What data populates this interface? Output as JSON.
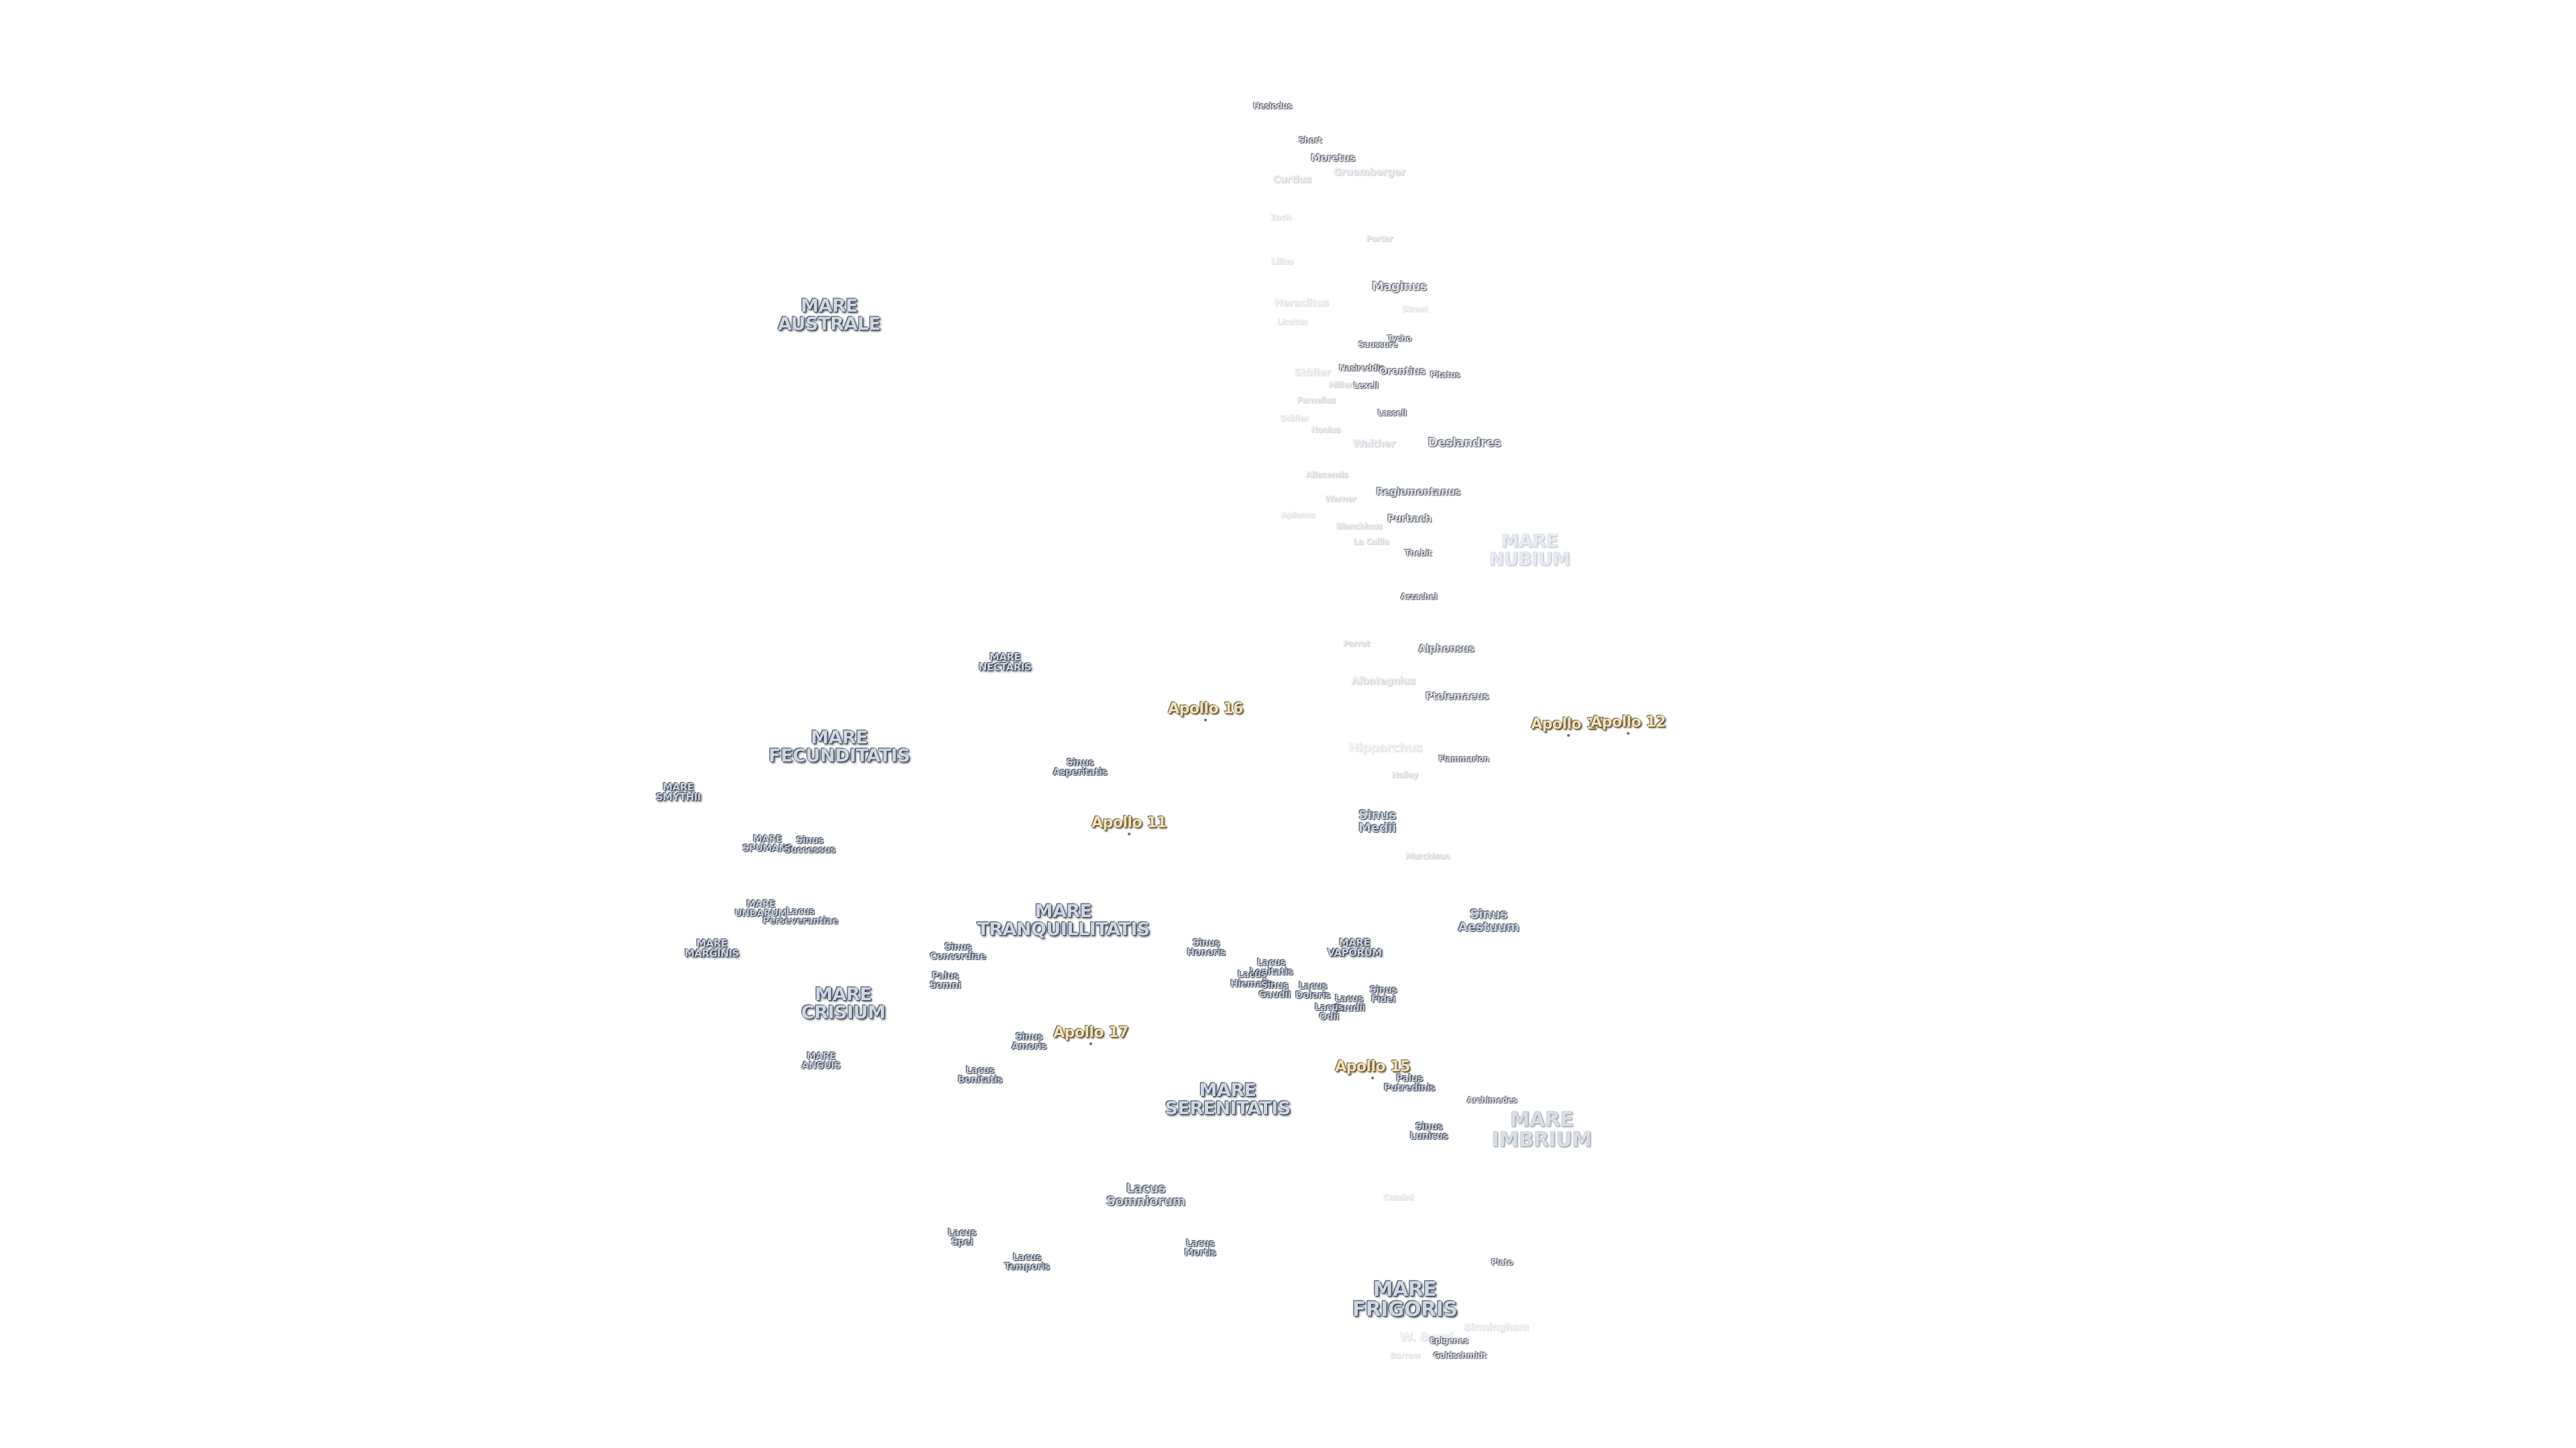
{
  "maria": [
    {
      "id": "mare-australe",
      "text": "MARE\nAUSTRALE",
      "style": "mare"
    },
    {
      "id": "mare-nubium",
      "text": "MARE\nNUBIUM",
      "style": "mare faint"
    },
    {
      "id": "mare-nectaris",
      "text": "MARE\nNECTARIS",
      "style": "mare small"
    },
    {
      "id": "mare-fecunditatis",
      "text": "MARE\nFECUNDITATIS",
      "style": "mare"
    },
    {
      "id": "mare-smythii",
      "text": "MARE\nSMYTHII",
      "style": "mare small"
    },
    {
      "id": "mare-spumans",
      "text": "MARE\nSPUMANS",
      "style": "sinus"
    },
    {
      "id": "mare-undarum",
      "text": "MARE\nUNDARUM",
      "style": "sinus"
    },
    {
      "id": "mare-marginis",
      "text": "MARE\nMARGINIS",
      "style": "mare small"
    },
    {
      "id": "mare-tranquillitatis",
      "text": "MARE\nTRANQUILLITATIS",
      "style": "mare"
    },
    {
      "id": "mare-crisium",
      "text": "MARE\nCRISIUM",
      "style": "mare"
    },
    {
      "id": "mare-anguis",
      "text": "MARE\nANGUIS",
      "style": "sinus"
    },
    {
      "id": "mare-vaporum",
      "text": "MARE\nVAPORUM",
      "style": "mare small"
    },
    {
      "id": "mare-serenitatis",
      "text": "MARE\nSERENITATIS",
      "style": "mare"
    },
    {
      "id": "mare-imbrium",
      "text": "MARE\nIMBRIUM",
      "style": "mare big mid"
    },
    {
      "id": "mare-frigoris",
      "text": "MARE\nFRIGORIS",
      "style": "mare big"
    }
  ],
  "features": [
    {
      "id": "sinus-asperitatis",
      "text": "Sinus\nAsperitatis",
      "style": "sinus"
    },
    {
      "id": "sinus-successus",
      "text": "Sinus\nSuccessus",
      "style": "sinus"
    },
    {
      "id": "lacus-perseverantiae",
      "text": "Lacus\nPerseverantiae",
      "style": "sinus"
    },
    {
      "id": "sinus-concordiae",
      "text": "Sinus\nConcordiae",
      "style": "sinus"
    },
    {
      "id": "palus-somni",
      "text": "Palus\nSomni",
      "style": "sinus"
    },
    {
      "id": "sinus-amoris",
      "text": "Sinus\nAmoris",
      "style": "sinus"
    },
    {
      "id": "lacus-bonitatis",
      "text": "Lacus\nBonitatis",
      "style": "sinus"
    },
    {
      "id": "lacus-somniorum",
      "text": "Lacus\nSomniorum",
      "style": "sinus mid"
    },
    {
      "id": "lacus-spei",
      "text": "Lacus\nSpei",
      "style": "sinus"
    },
    {
      "id": "lacus-temporis",
      "text": "Lacus\nTemporis",
      "style": "sinus"
    },
    {
      "id": "lacus-mortis",
      "text": "Lacus\nMortis",
      "style": "sinus"
    },
    {
      "id": "sinus-medii",
      "text": "Sinus\nMedii",
      "style": "sinus mid"
    },
    {
      "id": "sinus-aestuum",
      "text": "Sinus\nAestuum",
      "style": "sinus mid"
    },
    {
      "id": "sinus-honoris",
      "text": "Sinus\nHonoris",
      "style": "sinus"
    },
    {
      "id": "lacus-lenitatis",
      "text": "Lacus\nLenitatis",
      "style": "sinus"
    },
    {
      "id": "lacus-hiemalis",
      "text": "Lacus\nHiemalis",
      "style": "sinus"
    },
    {
      "id": "sinus-gaudii",
      "text": "Sinus\nGaudii",
      "style": "sinus"
    },
    {
      "id": "lacus-doloris",
      "text": "Lacus\nDoloris",
      "style": "sinus"
    },
    {
      "id": "lacus-gaudii",
      "text": "Lacus\nGaudii",
      "style": "sinus"
    },
    {
      "id": "lacus-odii",
      "text": "Lacus\nOdii",
      "style": "sinus"
    },
    {
      "id": "sinus-fidei",
      "text": "Sinus\nFidei",
      "style": "sinus"
    },
    {
      "id": "palus-putredinis",
      "text": "Palus\nPutredinis",
      "style": "sinus"
    },
    {
      "id": "sinus-lunicus",
      "text": "Sinus\nLunicus",
      "style": "sinus"
    }
  ],
  "craters": [
    {
      "id": "hesiodus",
      "text": "Hesiodus",
      "style": "crater small"
    },
    {
      "id": "short",
      "text": "Short",
      "style": "crater small"
    },
    {
      "id": "moretus",
      "text": "Moretus",
      "style": "crater"
    },
    {
      "id": "gruemberger",
      "text": "Gruemberger",
      "style": "crater faint"
    },
    {
      "id": "curtius",
      "text": "Curtius",
      "style": "crater faint"
    },
    {
      "id": "zach",
      "text": "Zach",
      "style": "crater small vfaint"
    },
    {
      "id": "porter",
      "text": "Porter",
      "style": "crater small faint"
    },
    {
      "id": "lilius",
      "text": "Lilius",
      "style": "crater small vfaint"
    },
    {
      "id": "maginus",
      "text": "Maginus",
      "style": "crater mid"
    },
    {
      "id": "heraclitus",
      "text": "Heraclitus",
      "style": "crater vfaint"
    },
    {
      "id": "street",
      "text": "Street",
      "style": "crater small vfaint"
    },
    {
      "id": "licetus",
      "text": "Licetus",
      "style": "crater small vfaint"
    },
    {
      "id": "tycho",
      "text": "Tycho",
      "style": "crater small"
    },
    {
      "id": "saussure",
      "text": "Saussure",
      "style": "crater small"
    },
    {
      "id": "stofler",
      "text": "Stöfler",
      "style": "crater vfaint"
    },
    {
      "id": "nasireddin",
      "text": "Nasireddin",
      "style": "crater small"
    },
    {
      "id": "orontius",
      "text": "Orontius",
      "style": "crater"
    },
    {
      "id": "lassel",
      "text": "Lassell",
      "style": "crater small"
    },
    {
      "id": "miller",
      "text": "Miller",
      "style": "crater small faint"
    },
    {
      "id": "pitatus",
      "text": "Pitatus",
      "style": "crater small"
    },
    {
      "id": "fernelius",
      "text": "Fernelius",
      "style": "crater small faint"
    },
    {
      "id": "lexell",
      "text": "Lexell",
      "style": "crater small"
    },
    {
      "id": "stoeffler2",
      "text": "Stöfler",
      "style": "crater small vfaint"
    },
    {
      "id": "nonius",
      "text": "Nonius",
      "style": "crater small faint"
    },
    {
      "id": "walther",
      "text": "Walther",
      "style": "crater faint"
    },
    {
      "id": "deslandres",
      "text": "Deslandres",
      "style": "crater mid"
    },
    {
      "id": "aliacensis",
      "text": "Aliacensis",
      "style": "crater small faint"
    },
    {
      "id": "regiomontanus",
      "text": "Regiomontanus",
      "style": "crater"
    },
    {
      "id": "werner",
      "text": "Werner",
      "style": "crater small faint"
    },
    {
      "id": "apianus",
      "text": "Apianus",
      "style": "crater small vfaint"
    },
    {
      "id": "blanchinus",
      "text": "Blanchinus",
      "style": "crater small faint"
    },
    {
      "id": "purbach",
      "text": "Purbach",
      "style": "crater"
    },
    {
      "id": "la-caille",
      "text": "La Caille",
      "style": "crater small faint"
    },
    {
      "id": "thebit",
      "text": "Thebit",
      "style": "crater small"
    },
    {
      "id": "arzachel",
      "text": "Arzachel",
      "style": "crater small"
    },
    {
      "id": "parrot",
      "text": "Parrot",
      "style": "crater small faint"
    },
    {
      "id": "alphonsus",
      "text": "Alphonsus",
      "style": "crater"
    },
    {
      "id": "albategnius",
      "text": "Albategnius",
      "style": "crater faint"
    },
    {
      "id": "ptolemaeus",
      "text": "Ptolemaeus",
      "style": "crater"
    },
    {
      "id": "hipparchus",
      "text": "Hipparchus",
      "style": "crater mid vfaint"
    },
    {
      "id": "flammarion",
      "text": "Flammarion",
      "style": "crater small"
    },
    {
      "id": "halley",
      "text": "Halley",
      "style": "crater small faint"
    },
    {
      "id": "murchison",
      "text": "Murchison",
      "style": "crater small faint"
    },
    {
      "id": "archimedes",
      "text": "Archimedes",
      "style": "crater small"
    },
    {
      "id": "cassini",
      "text": "Cassini",
      "style": "crater small vfaint"
    },
    {
      "id": "plato",
      "text": "Plato",
      "style": "crater small"
    },
    {
      "id": "w-bond",
      "text": "W. Bond",
      "style": "crater mid vfaint"
    },
    {
      "id": "birmingham",
      "text": "Birmingham",
      "style": "crater vfaint"
    },
    {
      "id": "epigenes",
      "text": "Epigenes",
      "style": "crater small"
    },
    {
      "id": "goldschmidt",
      "text": "Goldschmidt",
      "style": "crater small"
    },
    {
      "id": "barrow",
      "text": "Barrow",
      "style": "crater small vfaint"
    }
  ],
  "apollo_sites": [
    {
      "id": "apollo-16",
      "text": "Apollo 16"
    },
    {
      "id": "apollo-14",
      "text": "Apollo 14"
    },
    {
      "id": "apollo-12",
      "text": "Apollo 12"
    },
    {
      "id": "apollo-11",
      "text": "Apollo 11"
    },
    {
      "id": "apollo-17",
      "text": "Apollo 17"
    },
    {
      "id": "apollo-15",
      "text": "Apollo 15"
    }
  ]
}
